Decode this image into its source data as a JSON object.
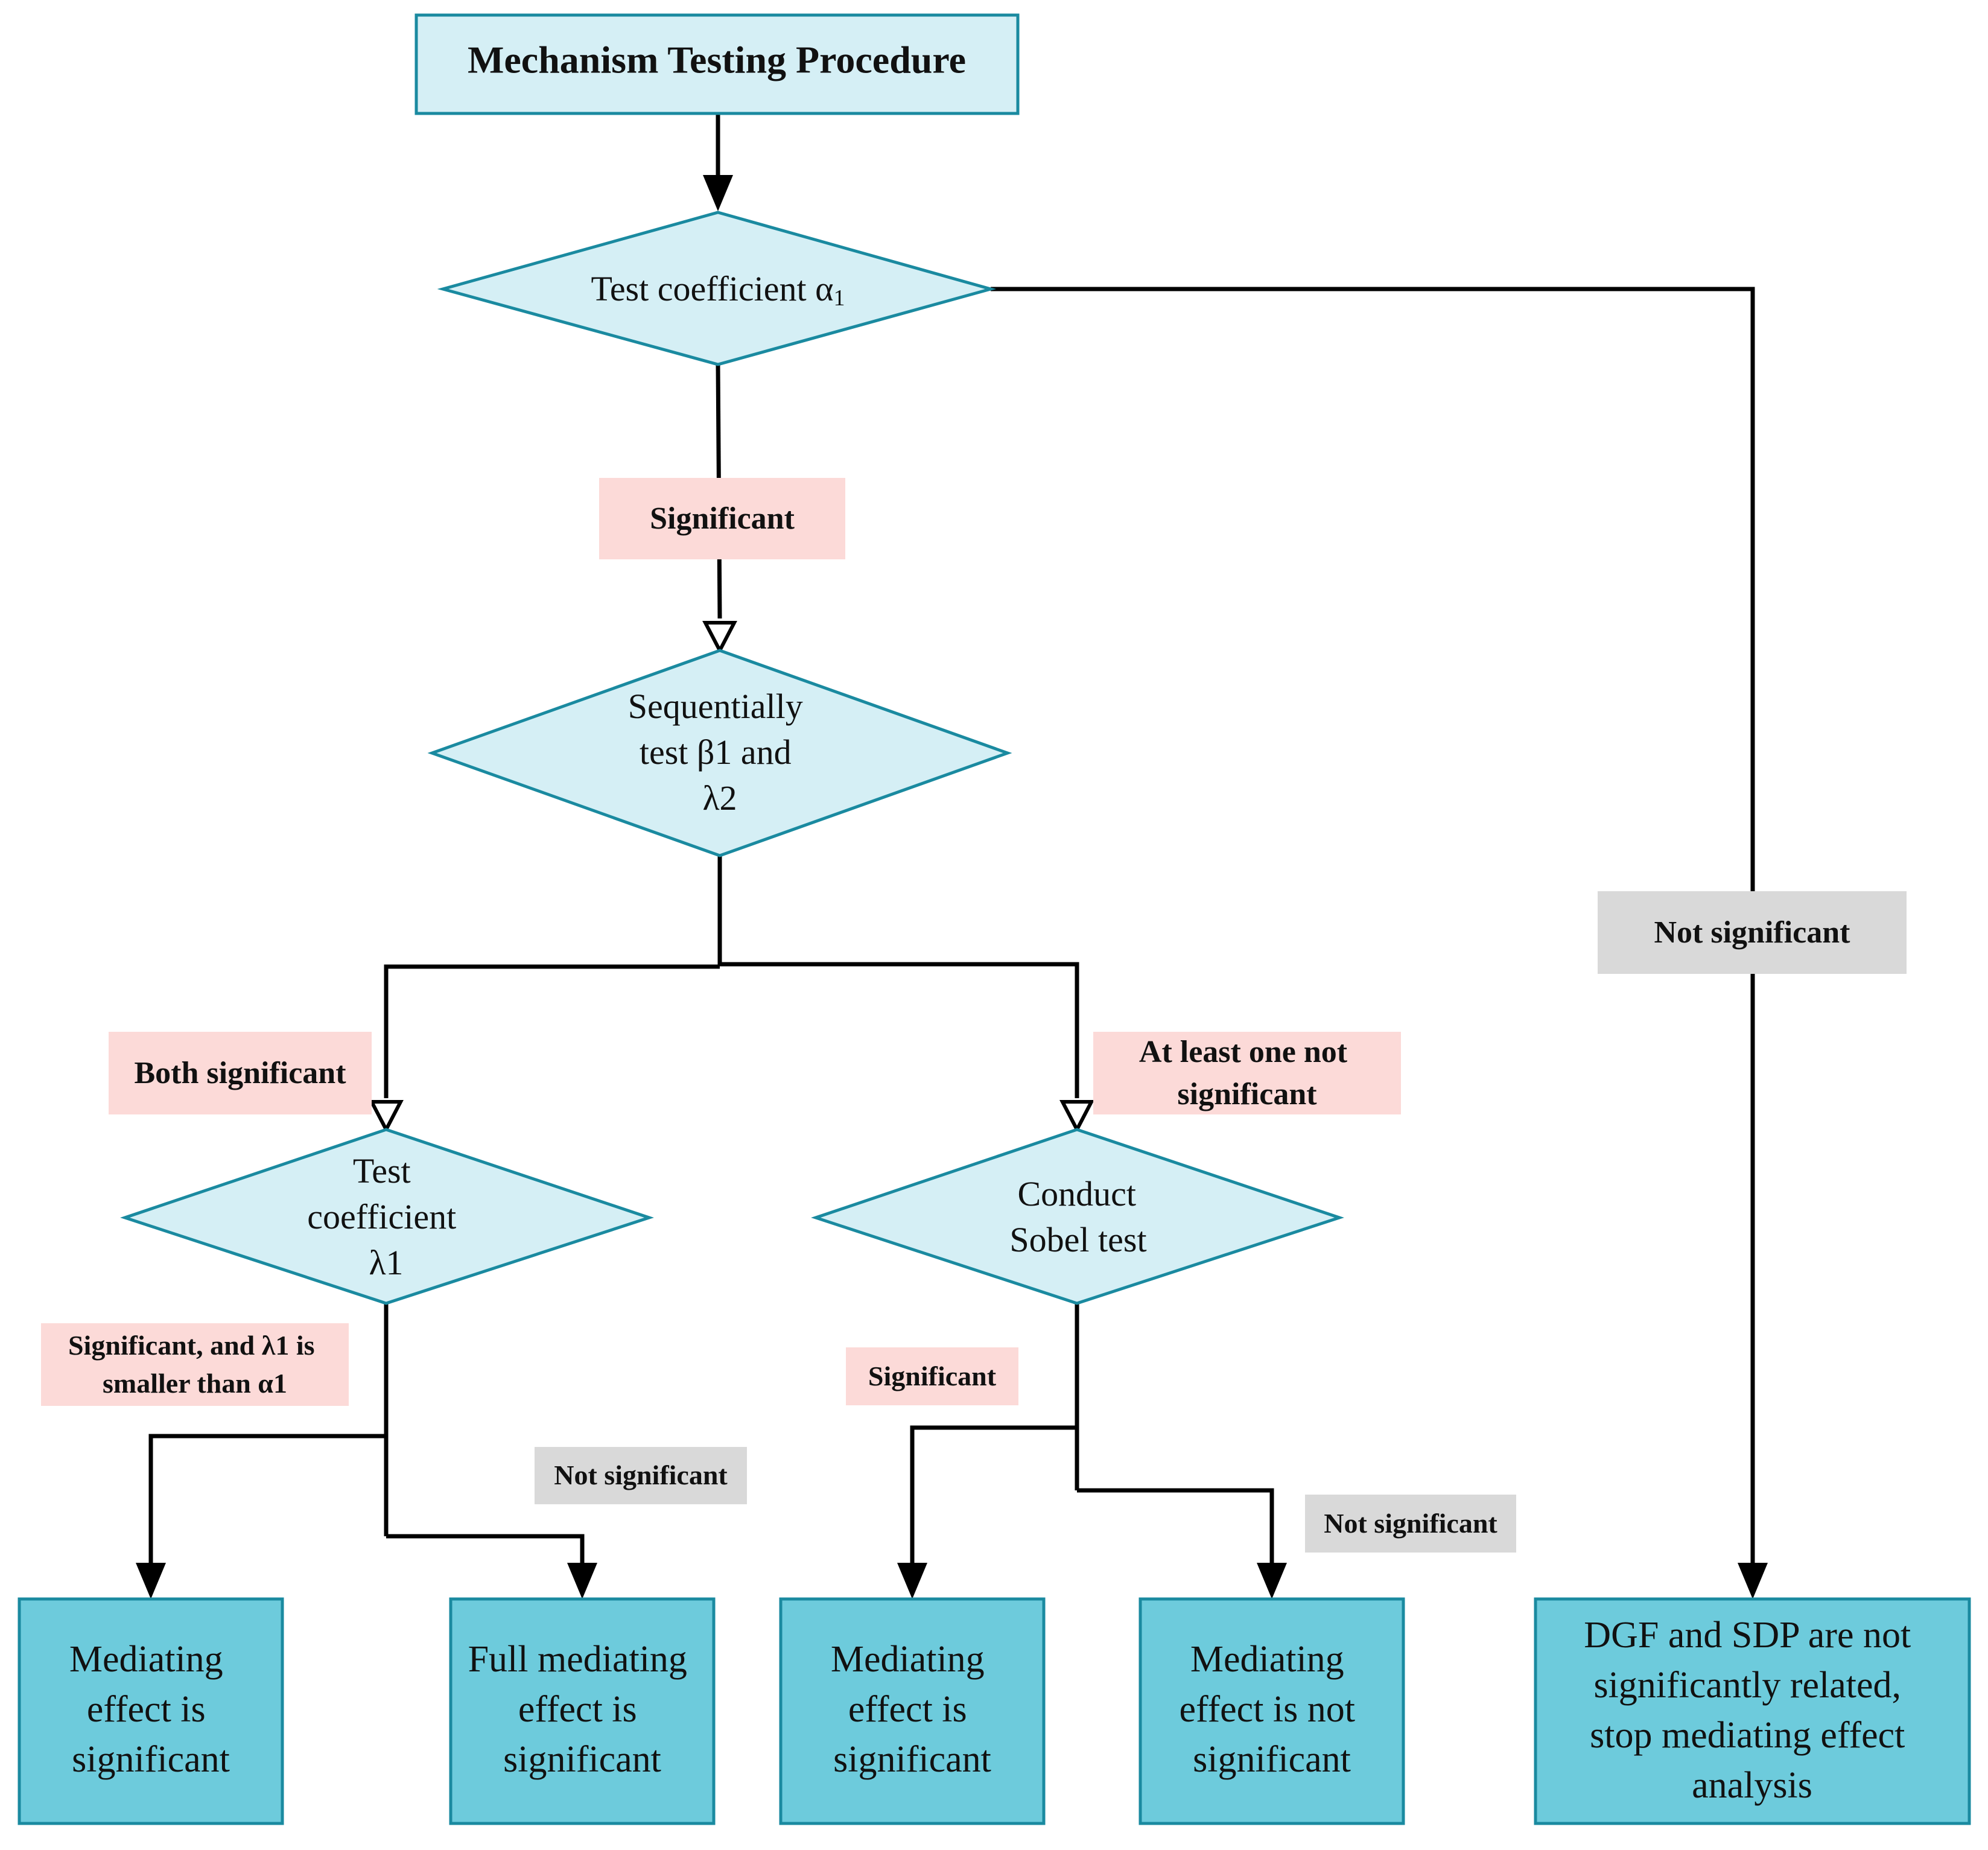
{
  "title": "Mechanism Testing Procedure",
  "nodes": {
    "test_alpha": {
      "text": "Test coefficient ",
      "symbol": "α",
      "subscript": "1"
    },
    "sequential_test": {
      "lines": [
        "Sequentially",
        "test β1 and",
        "λ2"
      ]
    },
    "test_lambda": {
      "lines": [
        "Test",
        "coefficient",
        "λ1"
      ]
    },
    "sobel_test": {
      "lines": [
        "Conduct",
        "Sobel test"
      ]
    },
    "result_mediating_significant_left": {
      "lines": [
        "Mediating",
        "effect is",
        "significant"
      ]
    },
    "result_full_mediating": {
      "lines": [
        "Full mediating",
        "effect is",
        "significant"
      ]
    },
    "result_mediating_significant_mid": {
      "lines": [
        "Mediating",
        "effect is",
        "significant"
      ]
    },
    "result_mediating_not_significant": {
      "lines": [
        "Mediating",
        "effect is not",
        "significant"
      ]
    },
    "result_stop": {
      "lines": [
        "DGF and SDP are not",
        "significantly related,",
        "stop mediating effect",
        "analysis"
      ]
    }
  },
  "edge_labels": {
    "significant_main": {
      "lines": [
        "Significant"
      ]
    },
    "not_significant_right": {
      "lines": [
        "Not significant"
      ]
    },
    "both_significant": {
      "lines": [
        "Both significant"
      ]
    },
    "at_least_one_not": {
      "lines": [
        "At least one not",
        "significant"
      ]
    },
    "significant_lambda_smaller": {
      "lines": [
        "Significant, and λ1 is",
        "smaller than α1"
      ]
    },
    "not_significant_lambda": {
      "lines": [
        "Not significant"
      ]
    },
    "significant_sobel": {
      "lines": [
        "Significant"
      ]
    },
    "not_significant_sobel": {
      "lines": [
        "Not significant"
      ]
    }
  },
  "colors": {
    "title_fill": "#d5eff5",
    "diamond_fill": "#d5eff5",
    "node_stroke": "#1a8aa0",
    "result_fill": "#6dcbdc",
    "significant_label_fill": "#fcdad8",
    "not_significant_label_fill": "#d9d9d9",
    "edge": "#000000"
  }
}
